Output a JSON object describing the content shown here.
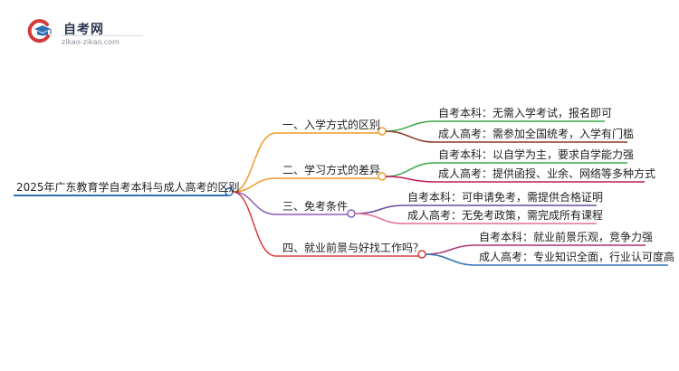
{
  "logo": {
    "icon": "graduation-cap-icon",
    "title": "自考网",
    "subtitle": "zikao-zikao.com",
    "colors": {
      "ring": "#d33b3b",
      "cap": "#2f6fb5"
    }
  },
  "mindmap": {
    "root": {
      "label": "2025年广东教育学自考本科与成人高考的区别",
      "color": "#2f6fb5"
    },
    "branches": [
      {
        "label": "一、入学方式的区别",
        "color": "#f19a2c",
        "children": [
          {
            "label": "自考本科：无需入学考试，报名即可",
            "color": "#3aa847"
          },
          {
            "label": "成人高考：需参加全国统考，入学有门槛",
            "color": "#8b3a2b"
          }
        ]
      },
      {
        "label": "二、学习方式的差异",
        "color": "#f19a2c",
        "children": [
          {
            "label": "自考本科：以自学为主，要求自学能力强",
            "color": "#3aa847"
          },
          {
            "label": "成人高考：提供函授、业余、网络等多种方式",
            "color": "#c2185b"
          }
        ]
      },
      {
        "label": "三、免考条件",
        "color": "#8e5bbf",
        "children": [
          {
            "label": "自考本科：可申请免考，需提供合格证明",
            "color": "#6a4a9c"
          },
          {
            "label": "成人高考：无免考政策，需完成所有课程",
            "color": "#e46f9a"
          }
        ]
      },
      {
        "label": "四、就业前景与好找工作吗？",
        "color": "#d63b3b",
        "children": [
          {
            "label": "自考本科：就业前景乐观，竞争力强",
            "color": "#b03070"
          },
          {
            "label": "成人高考：专业知识全面，行业认可度高",
            "color": "#2f6fb5"
          }
        ]
      }
    ]
  }
}
